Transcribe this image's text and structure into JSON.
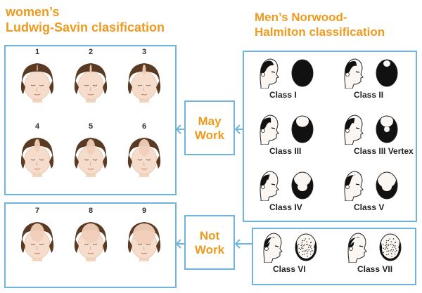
{
  "women": {
    "title_line1": "women’s",
    "title_line2": "Ludwig-Savin clasification",
    "numbers": [
      "1",
      "2",
      "3",
      "4",
      "5",
      "6",
      "7",
      "8",
      "9"
    ]
  },
  "men": {
    "title_line1": "Men’s  Norwood-",
    "title_line2": "Halmiton classification",
    "classes": [
      "Class I",
      "Class II",
      "Class III",
      "Class III Vertex",
      "Class IV",
      "Class V",
      "Class VI",
      "Class VII"
    ]
  },
  "labels": {
    "may_line1": "May",
    "may_line2": "Work",
    "not_line1": "Not",
    "not_line2": "Work"
  },
  "colors": {
    "accent_orange": "#ef9a1e",
    "border_blue": "#6fb4dc",
    "hair_brown": "#5a3a22"
  },
  "icons": [
    "female-head-illustration",
    "male-head-profile-illustration",
    "male-head-top-illustration",
    "left-arrow"
  ]
}
